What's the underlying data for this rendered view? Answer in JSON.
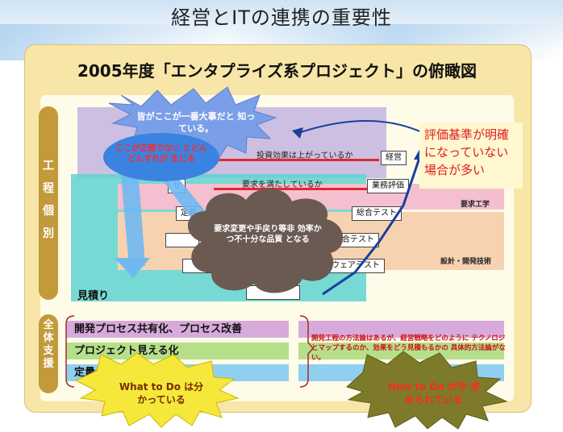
{
  "slide": {
    "title": "経営とITの連携の重要性",
    "diagram_title": "2005年度「エンタプライズ系プロジェクト」の俯瞰図"
  },
  "side_labels": {
    "individual": "工程個別",
    "overall": "全体支援"
  },
  "zones": {
    "requirements_label": "要求工学",
    "design_label": "設計・開発技術",
    "estimation_label": "見積り"
  },
  "flow_texts": {
    "investment": "投資効果は上がっているか",
    "requirements_met": "要求を満たしているか"
  },
  "boxes": {
    "management": "経営",
    "business_eval": "業務評価",
    "integration_test_1": "総合テスト",
    "integration_test_2": "合テスト",
    "software_test": "ウェアテスト",
    "partial_fixed": "定義",
    "partial_se": "セ"
  },
  "bands": [
    {
      "label": "開発プロセス共有化、プロセス改善"
    },
    {
      "label": "プロジェクト見える化"
    },
    {
      "label": "定量データ…手法"
    }
  ],
  "note": "開発工程の方法論はあるが、経営戦略をどのように テクノロジとマップするのか、効果をどう見積もるかの 具体的方法論がない。",
  "callout": "評価基準が明確 になっていない 場合が多い",
  "bursts": {
    "top": "皆がここが一番大事だと 知っている。",
    "blue_oval": "ここが正確でない とどんどんずれが 生じる",
    "cloud": "要求変更や手戻り等非 効率かつ不十分な品質 となる",
    "what_to_do": "What to Do は分 かっている",
    "how_to_do": "How to Do が今 求められている"
  },
  "colors": {
    "frame": "#f7e6a7",
    "accent_red": "#e02a2a",
    "burst_blue": "#7a9fe8",
    "burst_yellow": "#f5e83a",
    "burst_olive": "#7d7a2a",
    "cloud": "#6a5a52"
  }
}
